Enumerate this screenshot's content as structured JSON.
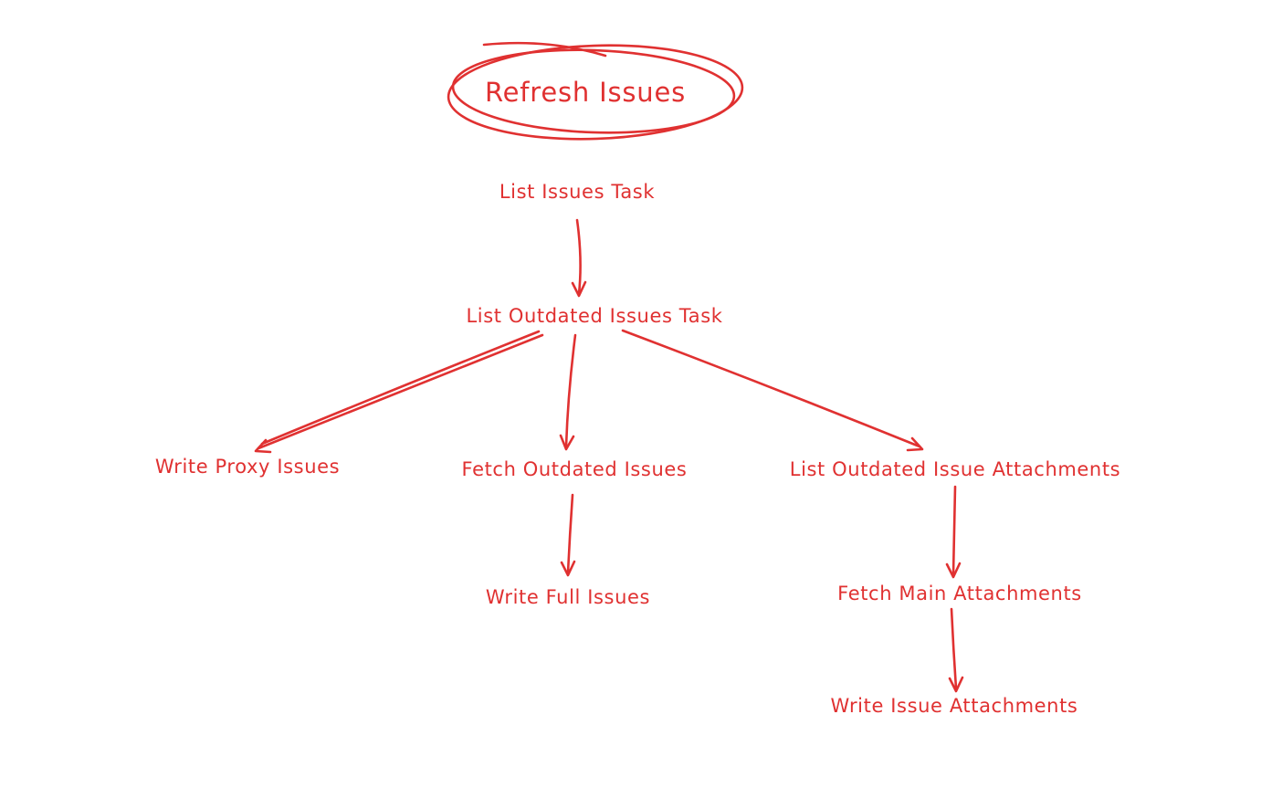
{
  "diagram": {
    "title": "Refresh Issues",
    "title_emphasis": "hand-drawn-circle",
    "background_color": "#ffffff",
    "accent_color": "#e03131",
    "style": "hand-drawn-sketch",
    "nodes": [
      {
        "id": "refresh-issues",
        "label": "Refresh Issues"
      },
      {
        "id": "list-issues-task",
        "label": "List Issues Task"
      },
      {
        "id": "list-outdated-issues-task",
        "label": "List Outdated Issues Task"
      },
      {
        "id": "write-proxy-issues",
        "label": "Write Proxy Issues"
      },
      {
        "id": "fetch-outdated-issues",
        "label": "Fetch Outdated Issues"
      },
      {
        "id": "list-outdated-issue-attachments",
        "label": "List Outdated Issue Attachments"
      },
      {
        "id": "write-full-issues",
        "label": "Write Full Issues"
      },
      {
        "id": "fetch-main-attachments",
        "label": "Fetch Main Attachments"
      },
      {
        "id": "write-issue-attachments",
        "label": "Write Issue Attachments"
      }
    ],
    "edges": [
      {
        "from": "list-issues-task",
        "to": "list-outdated-issues-task"
      },
      {
        "from": "list-outdated-issues-task",
        "to": "write-proxy-issues"
      },
      {
        "from": "list-outdated-issues-task",
        "to": "fetch-outdated-issues"
      },
      {
        "from": "list-outdated-issues-task",
        "to": "list-outdated-issue-attachments"
      },
      {
        "from": "fetch-outdated-issues",
        "to": "write-full-issues"
      },
      {
        "from": "list-outdated-issue-attachments",
        "to": "fetch-main-attachments"
      },
      {
        "from": "fetch-main-attachments",
        "to": "write-issue-attachments"
      }
    ]
  }
}
